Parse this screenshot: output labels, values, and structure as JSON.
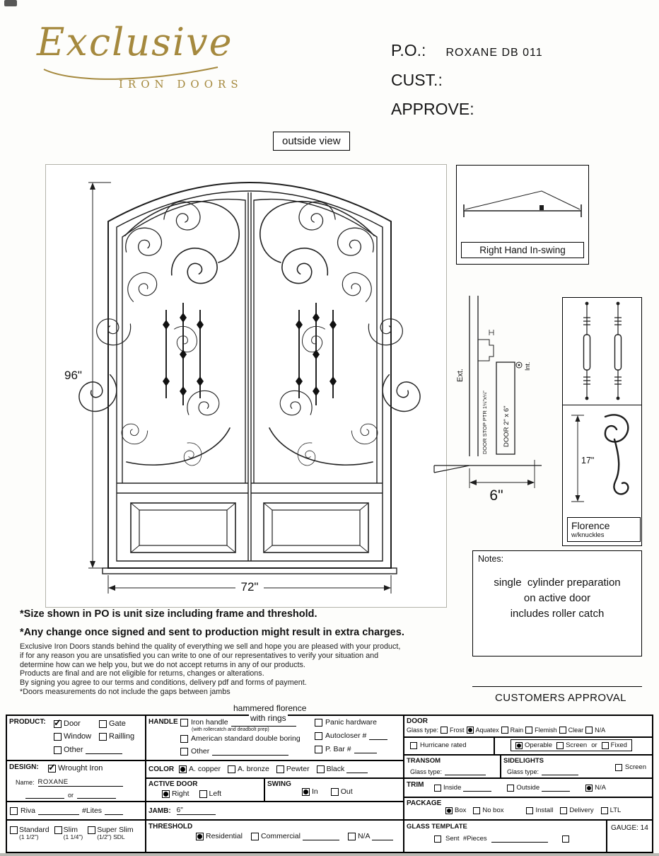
{
  "logo": {
    "script": "Exclusive",
    "subtitle": "IRON DOORS"
  },
  "header": {
    "po_label": "P.O.:",
    "po_value": "ROXANE DB 011",
    "cust_label": "CUST.:",
    "approve_label": "APPROVE:",
    "outside_view": "outside view"
  },
  "drawing": {
    "height_dim": "96\"",
    "width_dim": "72\"",
    "swing_label": "Right Hand In-swing",
    "jamb": {
      "ext_label": "Ext.",
      "door_stop_label": "DOOR STOP PTR 1¼\"x¼\"",
      "door_label": "DOOR 2\" x 6\"",
      "int_label": "Int.",
      "depth_dim": "6\""
    },
    "handle": {
      "height_dim": "17\"",
      "name": "Florence",
      "subname": "w/knuckles"
    },
    "notes": {
      "label": "Notes:",
      "lines": [
        "single  cylinder preparation",
        "on active door",
        "includes roller catch"
      ]
    }
  },
  "disclaimer": {
    "bold1": "*Size shown in PO is unit size including frame and threshold.",
    "bold2": "*Any change once signed and sent to production might result in extra charges.",
    "lines": [
      "Exclusive Iron Doors stands behind the quality of everything we sell and hope you are pleased with your product,",
      "if for any reason you are unsatisfied you can write to one of our representatives to verify your situation and",
      "determine how can we help you, but we do not accept returns in any of our products.",
      "Products are final and are not eligible for returns, changes or alterations.",
      "By signing you agree to our terms and conditions, delivery pdf and forms of payment.",
      "*Doors measurements do not include the gaps between jambs"
    ],
    "approval": "CUSTOMERS APPROVAL"
  },
  "annotation": {
    "line1": "hammered florence",
    "line2": "with rings"
  },
  "form": {
    "product": {
      "label": "PRODUCT:",
      "items": [
        {
          "label": "Door",
          "checked": "check"
        },
        {
          "label": "Gate",
          "checked": false
        },
        {
          "label": "Window",
          "checked": false
        },
        {
          "label": "Railling",
          "checked": false
        },
        {
          "label": "Other",
          "checked": false
        }
      ]
    },
    "design": {
      "label": "DESIGN:",
      "wrought": {
        "label": "Wrought Iron",
        "checked": "check"
      },
      "name_label": "Name:",
      "name_value": "ROXANE",
      "or_label": "or"
    },
    "riva": {
      "label": "Riva",
      "checked": false,
      "lites_label": "#Lites"
    },
    "sizes": [
      {
        "label": "Standard",
        "sub": "(1 1/2\")",
        "checked": false
      },
      {
        "label": "Slim",
        "sub": "(1 1/4\")",
        "checked": false
      },
      {
        "label": "Super Slim",
        "sub": "(1/2\") SDL",
        "checked": false
      }
    ],
    "handle": {
      "label": "HANDLE",
      "iron": {
        "label": "Iron handle",
        "sub": "(with rollercatch and deadbolt prep)",
        "checked": false
      },
      "american": {
        "label": "American standard double boring",
        "checked": false
      },
      "other": {
        "label": "Other",
        "checked": false
      },
      "panic": {
        "label": "Panic hardware",
        "checked": false
      },
      "autocloser": {
        "label": "Autocloser #",
        "checked": false
      },
      "pbar": {
        "label": "P. Bar #",
        "checked": false
      }
    },
    "color": {
      "label": "COLOR",
      "items": [
        {
          "label": "A. copper",
          "checked": "dot"
        },
        {
          "label": "A. bronze",
          "checked": false
        },
        {
          "label": "Pewter",
          "checked": false
        },
        {
          "label": "Black",
          "checked": false
        }
      ]
    },
    "active_door": {
      "label": "ACTIVE DOOR",
      "items": [
        {
          "label": "Right",
          "checked": "dot"
        },
        {
          "label": "Left",
          "checked": false
        }
      ]
    },
    "swing": {
      "label": "SWING",
      "items": [
        {
          "label": "In",
          "checked": "dot"
        },
        {
          "label": "Out",
          "checked": false
        }
      ]
    },
    "jamb": {
      "label": "JAMB:",
      "value": "6\""
    },
    "threshold": {
      "label": "THRESHOLD",
      "items": [
        {
          "label": "Residential",
          "checked": "dot"
        },
        {
          "label": "Commercial",
          "checked": false
        },
        {
          "label": "N/A",
          "checked": false
        }
      ]
    },
    "door": {
      "label": "DOOR",
      "glass_label": "Glass type:",
      "glass": [
        {
          "label": "Frost",
          "checked": false
        },
        {
          "label": "Aquatex",
          "checked": "dot"
        },
        {
          "label": "Rain",
          "checked": false
        },
        {
          "label": "Flemish",
          "checked": false
        },
        {
          "label": "Clear",
          "checked": false
        },
        {
          "label": "N/A",
          "checked": false
        }
      ],
      "hurricane": {
        "label": "Hurricane rated",
        "checked": false
      },
      "operable": {
        "label": "Operable",
        "checked": "dot"
      },
      "screen": {
        "label": "Screen",
        "checked": false
      },
      "or_label": "or",
      "fixed": {
        "label": "Fixed",
        "checked": false
      }
    },
    "transom": {
      "label": "TRANSOM",
      "glass_label": "Glass type:"
    },
    "sidelights": {
      "label": "SIDELIGHTS",
      "glass_label": "Glass type:",
      "screen": {
        "label": "Screen",
        "checked": false
      }
    },
    "trim": {
      "label": "TRIM",
      "items": [
        {
          "label": "Inside",
          "checked": false
        },
        {
          "label": "Outside",
          "checked": false
        },
        {
          "label": "N/A",
          "checked": "dot"
        }
      ]
    },
    "package": {
      "label": "PACKAGE",
      "items": [
        {
          "label": "Box",
          "checked": "dot"
        },
        {
          "label": "No box",
          "checked": false
        },
        {
          "label": "Install",
          "checked": false
        },
        {
          "label": "Delivery",
          "checked": false
        },
        {
          "label": "LTL",
          "checked": false
        }
      ]
    },
    "glass_template": {
      "label": "GLASS TEMPLATE",
      "sent": {
        "label": "Sent  #Pieces",
        "checked": false
      },
      "extra": {
        "label": "",
        "checked": false
      }
    },
    "gauge": {
      "label": "GAUGE: 14"
    }
  }
}
